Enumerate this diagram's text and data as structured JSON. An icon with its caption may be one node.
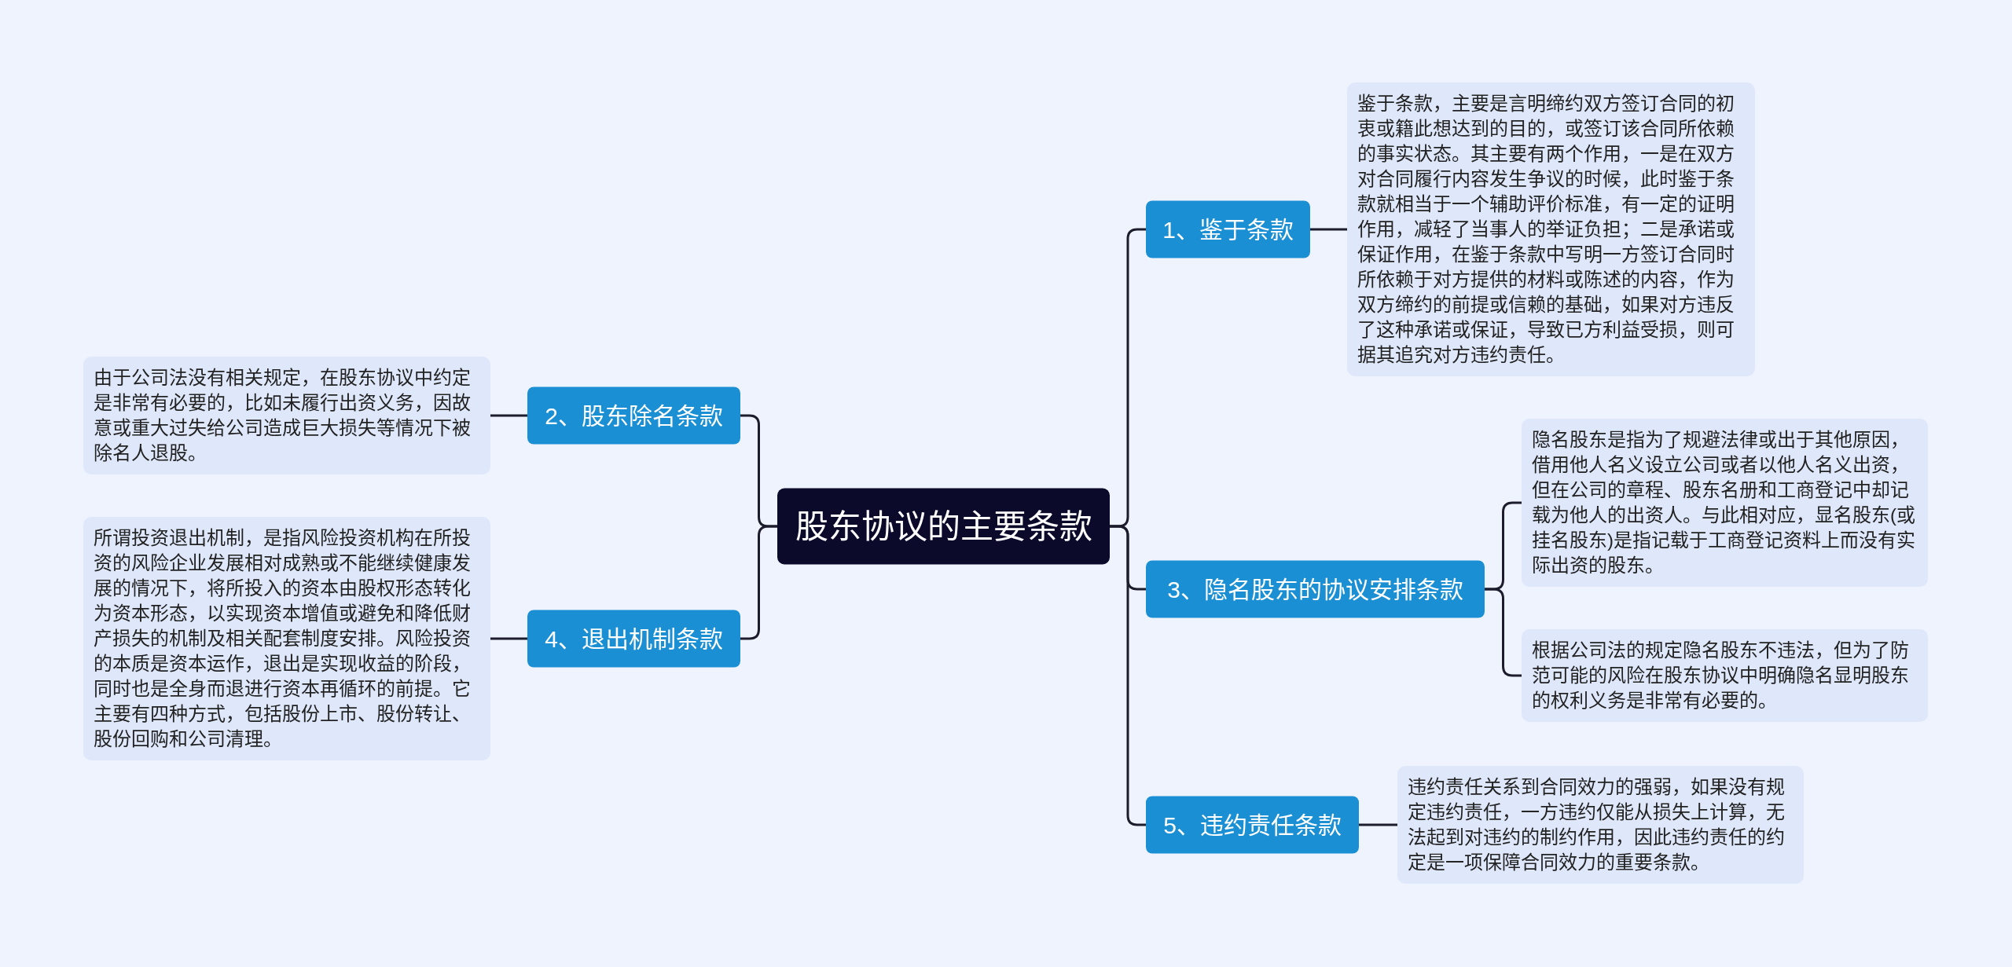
{
  "diagram": {
    "nodes": [
      {
        "text": [
          "股东协议的主要条款"
        ]
      },
      {
        "text": [
          "1、鉴于条款"
        ]
      },
      {
        "text": [
          "鉴于条款，主要是言明缔约双方签订合同的初衷或籍此想达到的目的，或签订该合同所依赖的事实状态。其主要有两个作用，一是在双方对合同履行内容发生争议的时候，此时鉴于条款就相当于一个辅助评价标准，有一定的证明作用，减轻了当事人的举证负担；二是承诺或保证作用，在鉴于条款中写明一方签订合同时所依赖于对方提供的材料或陈述的内容，作为双方缔约的前提或信赖的基础，如果对方违反了这种承诺或保证，导致已方利益受损，则可据其追究对方违约责任。"
        ]
      },
      {
        "text": [
          "2、股东除名条款"
        ]
      },
      {
        "text": [
          "由于公司法没有相关规定，在股东协议中约定是非常有必要的，比如未履行出资义务，因故意或重大过失给公司造成巨大损失等情况下被除名人退股。"
        ]
      },
      {
        "text": [
          "3、隐名股东的协议安排条款"
        ]
      },
      {
        "text": [
          "隐名股东是指为了规避法律或出于其他原因，借用他人名义设立公司或者以他人名义出资，但在公司的章程、股东名册和工商登记中却记载为他人的出资人。与此相对应，显名股东(或挂名股东)是指记载于工商登记资料上而没有实际出资的股东。"
        ]
      },
      {
        "text": [
          "根据公司法的规定隐名股东不违法，但为了防范可能的风险在股东协议中明确隐名显明股东的权利义务是非常有必要的。"
        ]
      },
      {
        "text": [
          "4、退出机制条款"
        ]
      },
      {
        "text": [
          "所谓投资退出机制，是指风险投资机构在所投资的风险企业发展相对成熟或不能继续健康发展的情况下，将所投入的资本由股权形态转化为资本形态，以实现资本增值或避免和降低财产损失的机制及相关配套制度安排。风险投资的本质是资本运作，退出是实现收益的阶段，同时也是全身而退进行资本再循环的前提。它主要有四种方式，包括股份上市、股份转让、股份回购和公司清理。"
        ]
      },
      {
        "text": [
          "5、违约责任条款"
        ]
      },
      {
        "text": [
          "违约责任关系到合同效力的强弱，如果没有规定违约责任，一方违约仅能从损失上计算，无法起到对违约的制约作用，因此违约责任的约定是一项保障合同效力的重要条款。"
        ]
      }
    ],
    "edges": [
      {
        "from": 0,
        "to": 1,
        "arrow": "none"
      },
      {
        "from": 1,
        "to": 2,
        "arrow": "none"
      },
      {
        "from": 0,
        "to": 3,
        "arrow": "none"
      },
      {
        "from": 3,
        "to": 4,
        "arrow": "none"
      },
      {
        "from": 0,
        "to": 5,
        "arrow": "none"
      },
      {
        "from": 5,
        "to": 6,
        "arrow": "none"
      },
      {
        "from": 5,
        "to": 7,
        "arrow": "none"
      },
      {
        "from": 0,
        "to": 8,
        "arrow": "none"
      },
      {
        "from": 8,
        "to": 9,
        "arrow": "none"
      },
      {
        "from": 0,
        "to": 10,
        "arrow": "none"
      },
      {
        "from": 10,
        "to": 11,
        "arrow": "none"
      }
    ]
  }
}
